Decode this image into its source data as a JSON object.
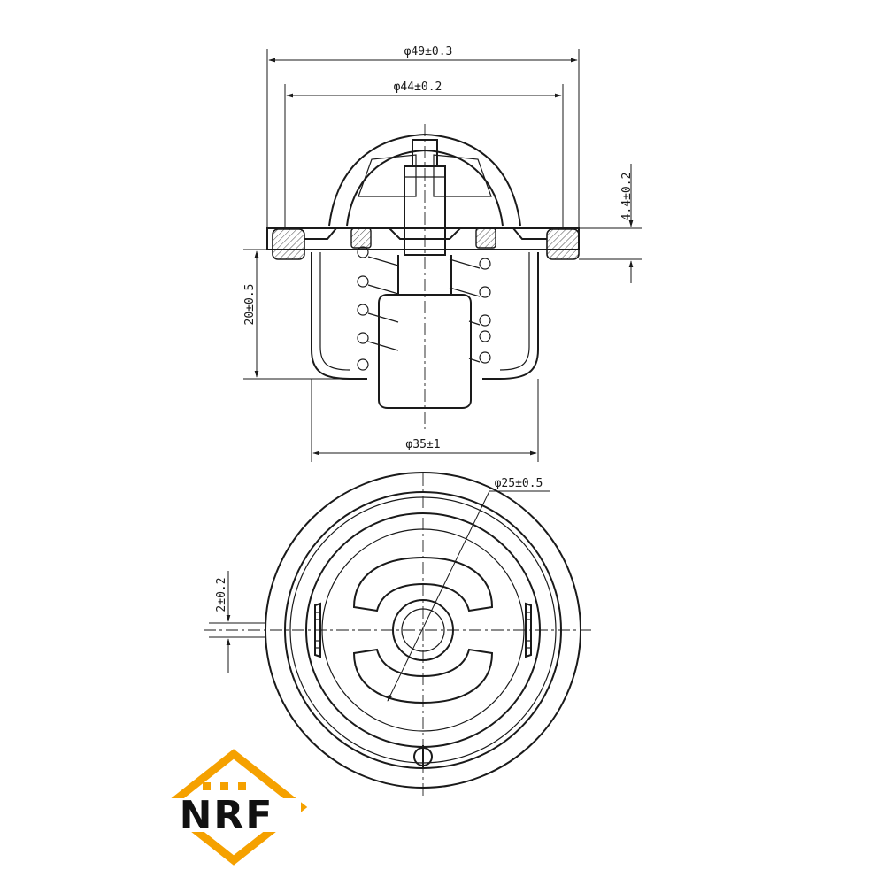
{
  "dimensions": {
    "flange_outer_diameter": "φ49±0.3",
    "seal_diameter": "φ44±0.2",
    "flange_thickness": "4.4±0.2",
    "body_height": "20±0.5",
    "body_diameter": "φ35±1",
    "valve_diameter": "φ25±0.5",
    "offset": "2±0.2"
  },
  "logo": {
    "text": "NRF",
    "colors": {
      "orange": "#f5a100",
      "black": "#111111"
    }
  }
}
